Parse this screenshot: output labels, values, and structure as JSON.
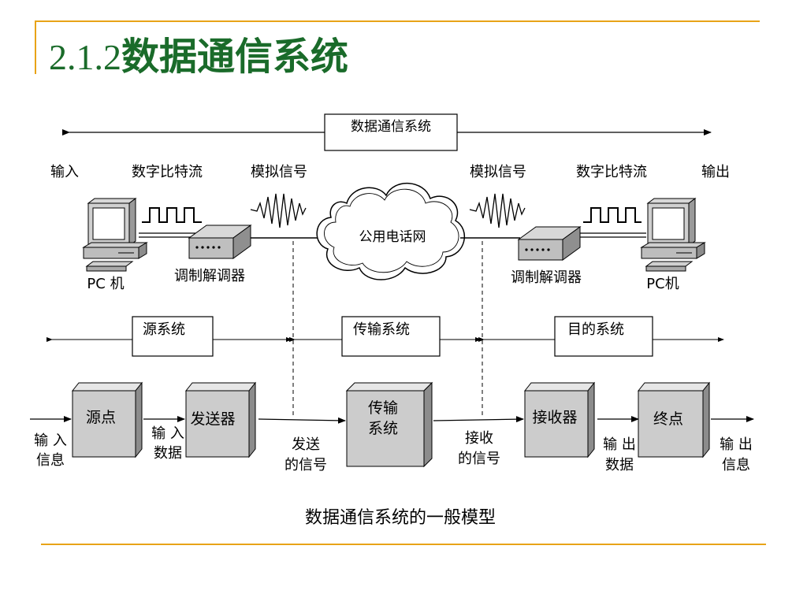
{
  "slide": {
    "title_number": "2.1.2",
    "title_text": "数据通信系统",
    "accent_color": "#e8a317",
    "title_color": "#1a6b2a"
  },
  "top": {
    "system_label": "数据通信系统",
    "input": "输入",
    "digital_left": "数字比特流",
    "analog_left": "模拟信号",
    "analog_right": "模拟信号",
    "digital_right": "数字比特流",
    "output": "输出",
    "network": "公用电话网",
    "pc_left": "PC 机",
    "modem_left": "调制解调器",
    "modem_right": "调制解调器",
    "pc_right": "PC机"
  },
  "segments": {
    "source_system": "源系统",
    "transmission_system": "传输系统",
    "destination_system": "目的系统"
  },
  "model": {
    "source": "源点",
    "transmitter": "发送器",
    "transmission_1": "传输",
    "transmission_2": "系统",
    "receiver": "接收器",
    "destination": "终点",
    "in_info_1": "输 入",
    "in_info_2": "信息",
    "in_data_1": "输 入",
    "in_data_2": "数据",
    "sent_1": "发送",
    "sent_2": "的信号",
    "recv_1": "接收",
    "recv_2": "的信号",
    "out_data_1": "输 出",
    "out_data_2": "数据",
    "out_info_1": "输 出",
    "out_info_2": "信息"
  },
  "caption": "数据通信系统的一般模型"
}
